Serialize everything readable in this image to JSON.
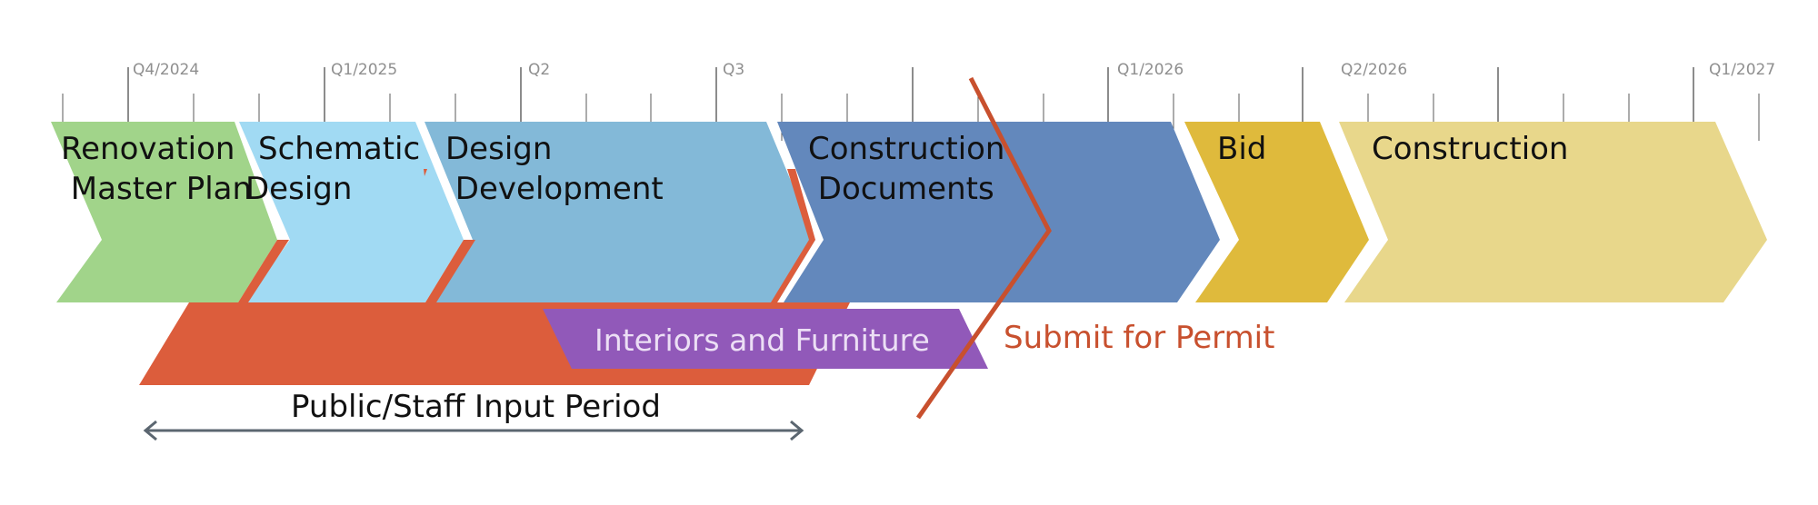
{
  "colors": {
    "tick": "#5a5a5a",
    "tick_label": "#8f8f8f",
    "public_input": "#dc5d3c",
    "interiors": "#9159b9",
    "permit": "#c8502e",
    "period_arrow": "#5b6670"
  },
  "timeline": {
    "tick_labels": [
      "Q4/2024",
      "Q1/2025",
      "Q2",
      "Q3",
      "Q1/2026",
      "Q2/2026",
      "Q1/2027"
    ]
  },
  "phases": [
    {
      "lines": [
        "Renovation",
        " Master Plan"
      ],
      "color": "#a1d48a"
    },
    {
      "lines": [
        "Schematic",
        "Design"
      ],
      "color": "#a1daf3"
    },
    {
      "lines": [
        "Design",
        " Development"
      ],
      "color": "#83b9d8"
    },
    {
      "lines": [
        "Construction",
        " Documents"
      ],
      "color": "#6388bc"
    },
    {
      "lines": [
        "Bid"
      ],
      "color": "#dfba3c"
    },
    {
      "lines": [
        "Construction"
      ],
      "color": "#e8d78b"
    }
  ],
  "bands": {
    "interiors_label": "Interiors and Furniture"
  },
  "milestone": {
    "label": "Submit for Permit"
  },
  "period": {
    "label": "Public/Staff Input Period",
    "direction": "two-headed arrow"
  }
}
